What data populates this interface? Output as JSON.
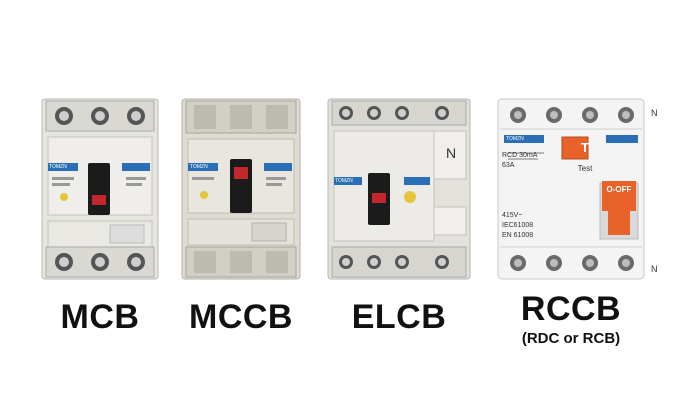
{
  "devices": [
    {
      "id": "mcb",
      "label": "MCB",
      "body_color": "#e6e5e0",
      "brand": "TOMZN"
    },
    {
      "id": "mccb",
      "label": "MCCB",
      "body_color": "#dedbd2",
      "brand": "TOMZN"
    },
    {
      "id": "elcb",
      "label": "ELCB",
      "body_color": "#e2e1dc",
      "side_letter": "N",
      "brand": "TOMZN"
    },
    {
      "id": "rccb",
      "label": "RCCB",
      "sublabel": "(RDC or RCB)",
      "body_color": "#f4f4f4",
      "brand": "TOMZN",
      "test_label": "T",
      "test_caption": "Test",
      "off_label": "O-OFF",
      "n_top": "N",
      "n_bottom": "N",
      "rating_lines": [
        "RCD 30mA",
        "63A"
      ],
      "spec_lines": [
        "415V~",
        "IEC61008",
        "EN 61008"
      ]
    }
  ],
  "colors": {
    "toggle_dark": "#1b1b1b",
    "toggle_red": "#c0282d",
    "brand_blue": "#2a6fb6",
    "rccb_orange": "#e8622a",
    "label_text": "#111111"
  }
}
